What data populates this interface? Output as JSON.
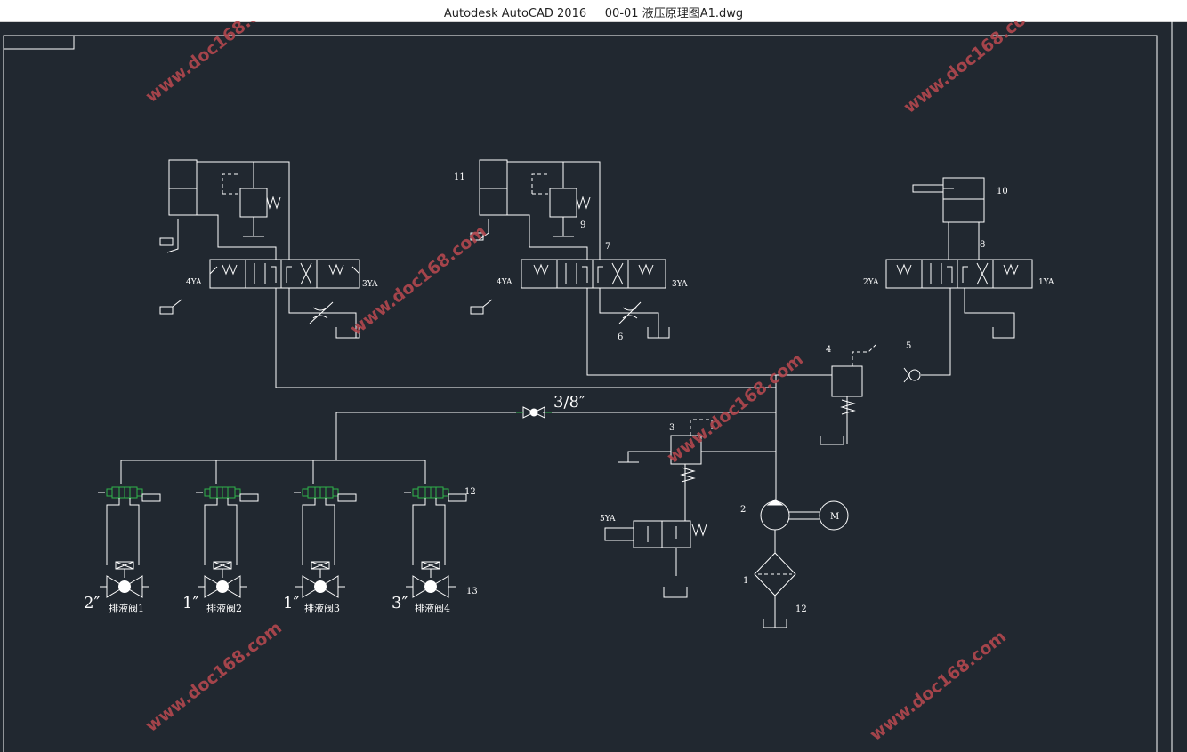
{
  "window": {
    "app_title": "Autodesk AutoCAD 2016",
    "document_title": "00-01 液压原理图A1.dwg"
  },
  "drawing": {
    "component_numbers": {
      "n1": "1",
      "n2": "2",
      "n3": "3",
      "n4": "4",
      "n5": "5",
      "n6": "6",
      "n7": "7",
      "n8": "8",
      "n9": "9",
      "n10": "10",
      "n11": "11",
      "n12_valve": "12",
      "n12_filter": "12",
      "n13": "13"
    },
    "solenoid_labels": {
      "left_4ya": "4YA",
      "left_3ya": "3YA",
      "mid_4ya": "4YA",
      "mid_3ya": "3YA",
      "right_2ya": "2YA",
      "right_1ya": "1YA",
      "unload_5ya": "5YA"
    },
    "motor_label": "M",
    "pipe_size_main": "3/8″",
    "drain_valves": [
      {
        "name": "排液阀1",
        "size": "2″"
      },
      {
        "name": "排液阀2",
        "size": "1″"
      },
      {
        "name": "排液阀3",
        "size": "1″"
      },
      {
        "name": "排液阀4",
        "size": "3″"
      }
    ],
    "watermark_text": "www.doc168.com"
  },
  "colors": {
    "background": "#212830",
    "line": "#ffffff",
    "valve_highlight": "#2fb34a",
    "watermark": "#b3484e"
  }
}
